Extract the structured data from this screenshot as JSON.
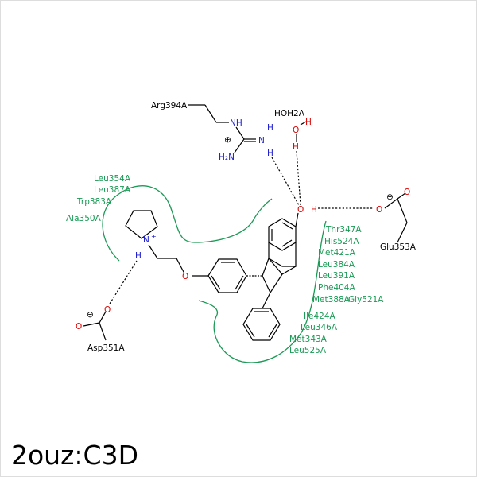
{
  "title": "2ouz:C3D",
  "residues": {
    "arg394": "Arg394A",
    "hoh2": "HOH2A",
    "glu353": "Glu353A",
    "asp351": "Asp351A",
    "hydrophobic_left": [
      "Leu354A",
      "Leu387A",
      "Trp383A",
      "Ala350A"
    ],
    "hydrophobic_right": [
      "Thr347A",
      "His524A",
      "Met421A",
      "Leu384A",
      "Leu391A",
      "Phe404A",
      "Met388A",
      "Gly521A"
    ],
    "hydrophobic_bottom": [
      "Ile424A",
      "Leu346A",
      "Met343A",
      "Leu525A"
    ]
  },
  "atoms": {
    "nh": "NH",
    "n": "N",
    "h": "H",
    "h2n": "H₂N",
    "o": "O",
    "n_plus": "N",
    "plus": "+",
    "charge_neg": "⊖",
    "charge_pos": "⊕"
  },
  "colors": {
    "hydrophobic": "#1a9a55",
    "nitrogen": "#1a1acc",
    "oxygen": "#dd0000",
    "carbon": "#000000"
  }
}
